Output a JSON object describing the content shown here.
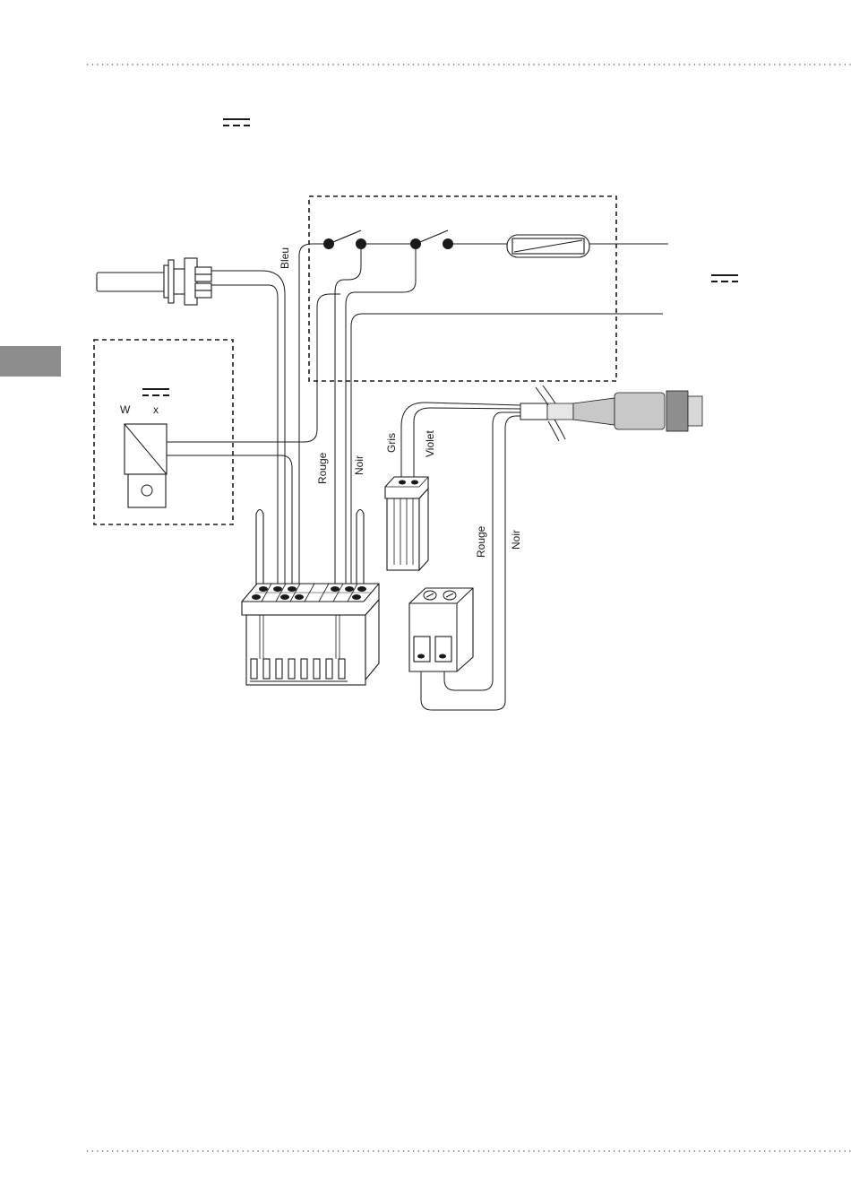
{
  "colors": {
    "ink": "#1a1a1a",
    "side_tab": "#8c8c8c",
    "cable_grey": "#c8c8c8",
    "plug_dark": "#8e8e8e"
  },
  "labels": {
    "wire_blue": "Bleu",
    "wire_red_main": "Rouge",
    "wire_black_main": "Noir",
    "wire_grey": "Gris",
    "wire_violet": "Violet",
    "wire_red_cable": "Rouge",
    "wire_black_cable": "Noir",
    "sensor_w": "W",
    "sensor_x": "x"
  },
  "icons": [
    "dc-symbol-icon",
    "dc-symbol-icon",
    "dc-symbol-icon"
  ],
  "components": [
    "rod-sensor",
    "switch-1",
    "switch-2",
    "fuse",
    "sensor-module",
    "main-terminal-block",
    "grey-violet-connector",
    "screw-terminal",
    "cable-plug"
  ]
}
